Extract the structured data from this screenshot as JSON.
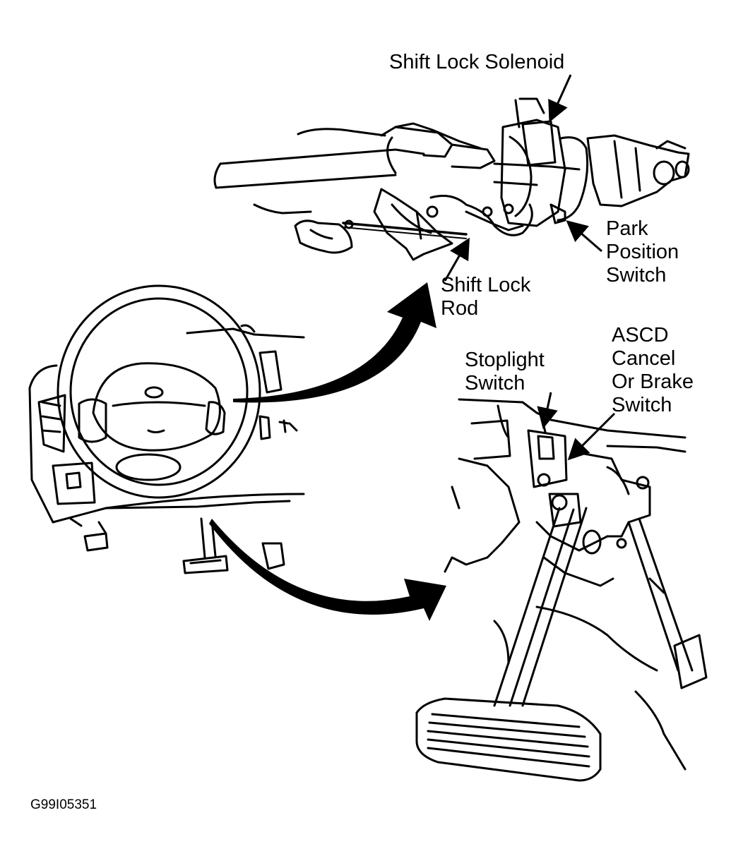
{
  "labels": {
    "shift_lock_solenoid": "Shift Lock Solenoid",
    "park_position_switch": [
      "Park",
      "Position",
      "Switch"
    ],
    "shift_lock_rod": [
      "Shift Lock",
      "Rod"
    ],
    "stoplight_switch": [
      "Stoplight",
      "Switch"
    ],
    "ascd_cancel_brake_switch": [
      "ASCD",
      "Cancel",
      "Or Brake",
      "Switch"
    ]
  },
  "figure_code": "G99I05351",
  "colors": {
    "ink": "#000000",
    "paper": "#ffffff"
  }
}
